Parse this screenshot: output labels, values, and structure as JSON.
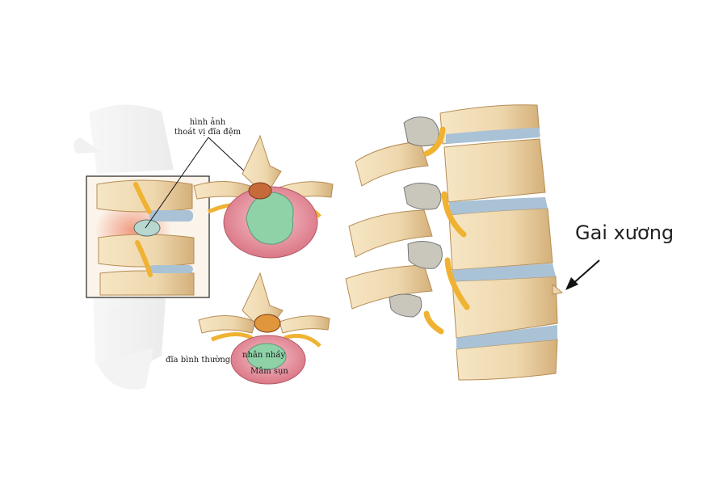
{
  "labels": {
    "herniation_line1": "hình ảnh",
    "herniation_line2": "thoát vị đĩa đệm",
    "normal_disc": "đĩa bình thường",
    "nucleus": "nhân nhầy",
    "annulus": "Mâm sụn",
    "bone_spur": "Gai xương"
  },
  "colors": {
    "bone": "#eed7ad",
    "bone_shadow": "#c9a46a",
    "bone_outline": "#b68d55",
    "disc": "#a9c2d6",
    "nerve": "#f0b233",
    "disc_pink": "#e48c9c",
    "nucleus_green": "#8fd2a8",
    "inflammation": "#f2a48a"
  }
}
